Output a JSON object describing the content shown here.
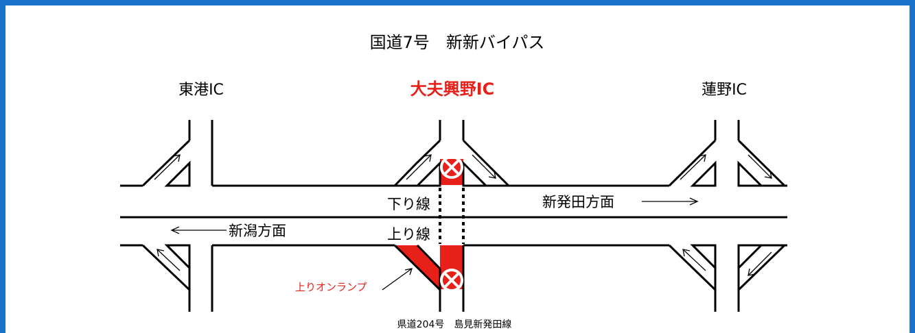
{
  "title": "国道7号　新新バイパス",
  "interchanges": {
    "left": "東港IC",
    "center": "大夫興野IC",
    "right": "蓮野IC"
  },
  "direction_labels": {
    "east": "新発田方面",
    "west": "新潟方面"
  },
  "lane_labels": {
    "down": "下り線",
    "up": "上り線"
  },
  "ramp_label": "上りオンランプ",
  "crossroad_label": "県道204号　島見新発田線",
  "colors": {
    "frame": "#1a73c8",
    "closure": "#e8201a",
    "highlight_text": "#e8201a"
  },
  "closure_marks": [
    "closed-ramp-top",
    "closed-ramp-bottom"
  ]
}
